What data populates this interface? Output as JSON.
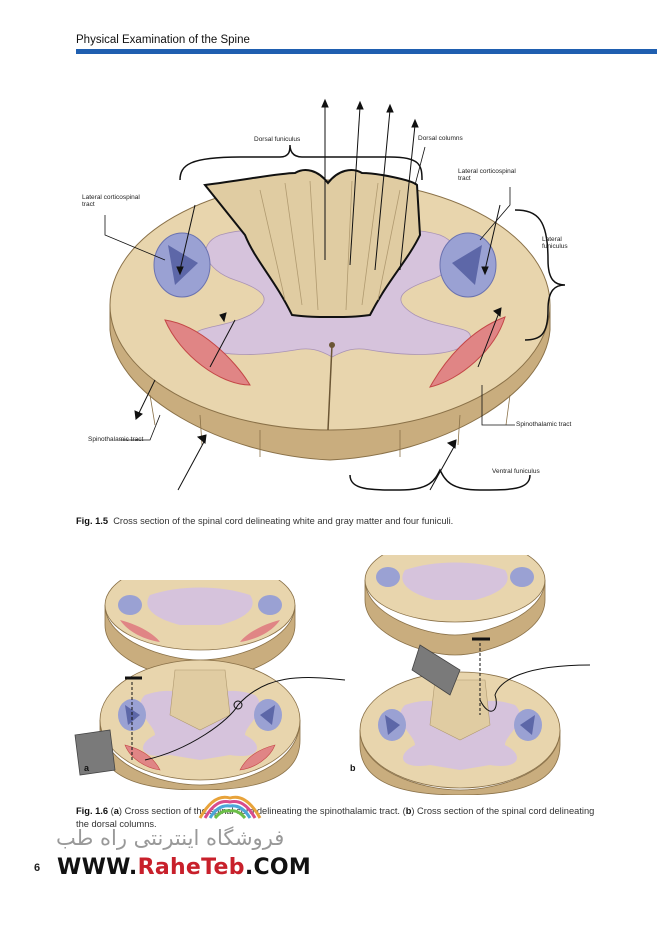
{
  "header": {
    "running_head": "Physical Examination of the Spine"
  },
  "figure_1_5": {
    "labels": {
      "dorsal_funiculus": "Dorsal funiculus",
      "dorsal_columns": "Dorsal columns",
      "lateral_cst_left": "Lateral corticospinal tract",
      "lateral_cst_right": "Lateral corticospinal tract",
      "lateral_funiculus": "Lateral funiculus",
      "spinothalamic_left": "Spinothalamic tract",
      "spinothalamic_right": "Spinothalamic tract",
      "ventral_funiculus": "Ventral funiculus"
    },
    "caption_label": "Fig. 1.5",
    "caption_text": "Cross section of the spinal cord delineating white and gray matter and four funiculi."
  },
  "figure_1_6": {
    "sub_a": "a",
    "sub_b": "b",
    "caption": {
      "label": "Fig. 1.6",
      "p1": " (",
      "a": "a",
      "p2": ") Cross section of the spinal cord delineating the spinothalamic tract. (",
      "b": "b",
      "p3": ") Cross section of the spinal cord delineating the dorsal columns."
    }
  },
  "footer": {
    "page_number": "6"
  },
  "watermark": {
    "persian": "فروشگاه اینترنتی راه طب",
    "url_pre": "WWW.",
    "url_mid": "RaheTeb",
    "url_post": ".COM"
  },
  "colors": {
    "header_rule": "#1f5fb0",
    "white_matter": "#e8d5ad",
    "gray_matter": "#d6c3dc",
    "corticospinal": "#5d67a8",
    "spinothalamic": "#c44747"
  }
}
